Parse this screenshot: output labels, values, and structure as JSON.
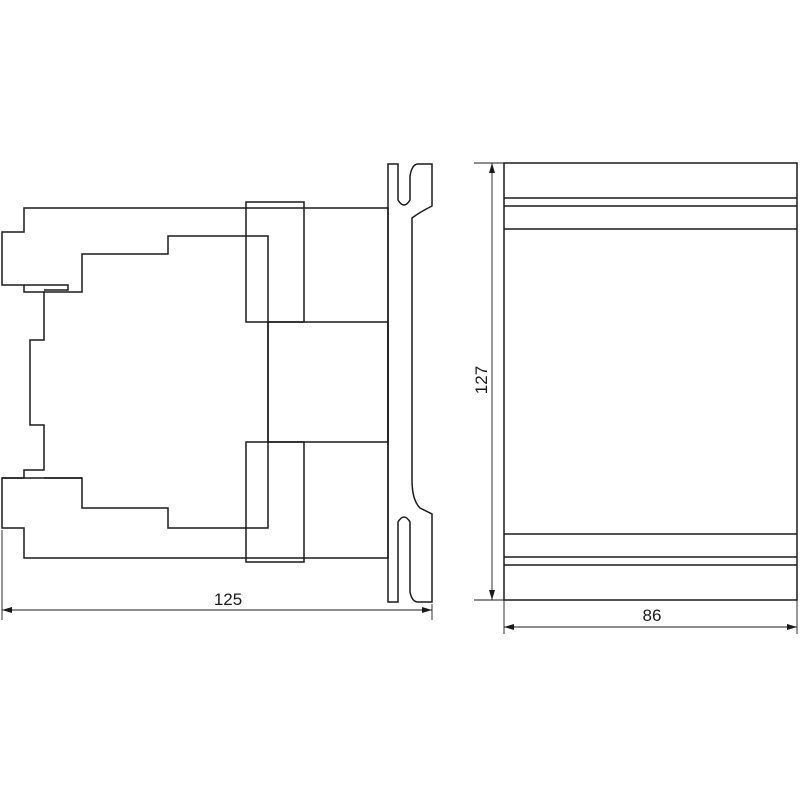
{
  "dimensions": {
    "width_side": "125",
    "height": "127",
    "width_front": "86"
  }
}
